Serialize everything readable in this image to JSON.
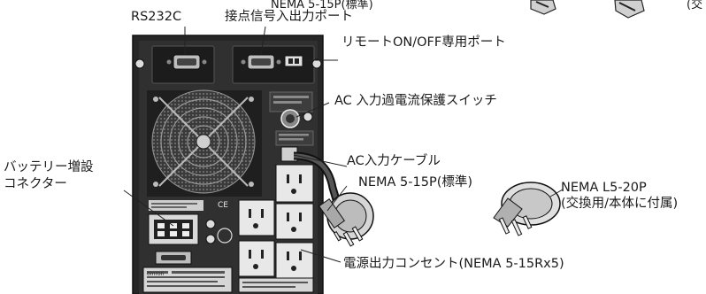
{
  "labels": {
    "rs232c": "RS232C",
    "contact_port": "接点信号入出力ポート",
    "remote_port": "リモートON/OFF専用ポート",
    "breaker": "AC 入力過電流保護スイッチ",
    "ac_cable": "AC入力ケーブル",
    "nema_515p": "NEMA 5-15P(標準)",
    "nema_l520p_line1": "NEMA L5-20P",
    "nema_l520p_line2": "(交換用/本体に付属)",
    "battery_line1": "バッテリー増設",
    "battery_line2": "コネクター",
    "outlets": "電源出力コンセント(NEMA 5-15Rx5)",
    "top_cropped_left": "NEMA 5-15P(標準)",
    "top_cropped_right": "(交"
  },
  "panel_marks": {
    "brand": "omron",
    "ce": "CE"
  },
  "colors": {
    "panel_dark": "#2b2b2b",
    "panel_mid": "#4a4a4a",
    "panel_light": "#e6e6e6",
    "line": "#222222"
  }
}
